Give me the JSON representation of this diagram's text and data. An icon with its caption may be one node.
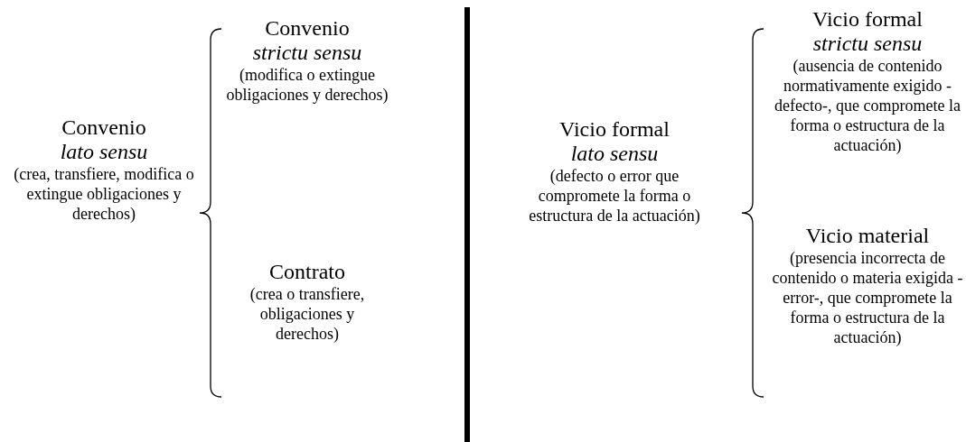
{
  "diagram": {
    "nodes": [
      {
        "text": [
          "Convenio",
          "lato sensu",
          "(crea, transfiere, modifica o extingue obligaciones y derechos)"
        ]
      },
      {
        "text": [
          "Convenio",
          "strictu sensu",
          "(modifica o extingue obligaciones y derechos)"
        ]
      },
      {
        "text": [
          "Contrato",
          "(crea o transfiere, obligaciones y derechos)"
        ]
      },
      {
        "text": [
          "Vicio formal",
          "lato sensu",
          "(defecto o error que compromete la forma o estructura de la actuación)"
        ]
      },
      {
        "text": [
          "Vicio formal",
          "strictu sensu",
          "(ausencia de contenido normativamente exigido -defecto-, que compromete la forma o estructura de la actuación)"
        ]
      },
      {
        "text": [
          "Vicio material",
          "(presencia incorrecta de contenido o materia exigida -error-, que compromete la forma o estructura de la actuación)"
        ]
      }
    ]
  }
}
